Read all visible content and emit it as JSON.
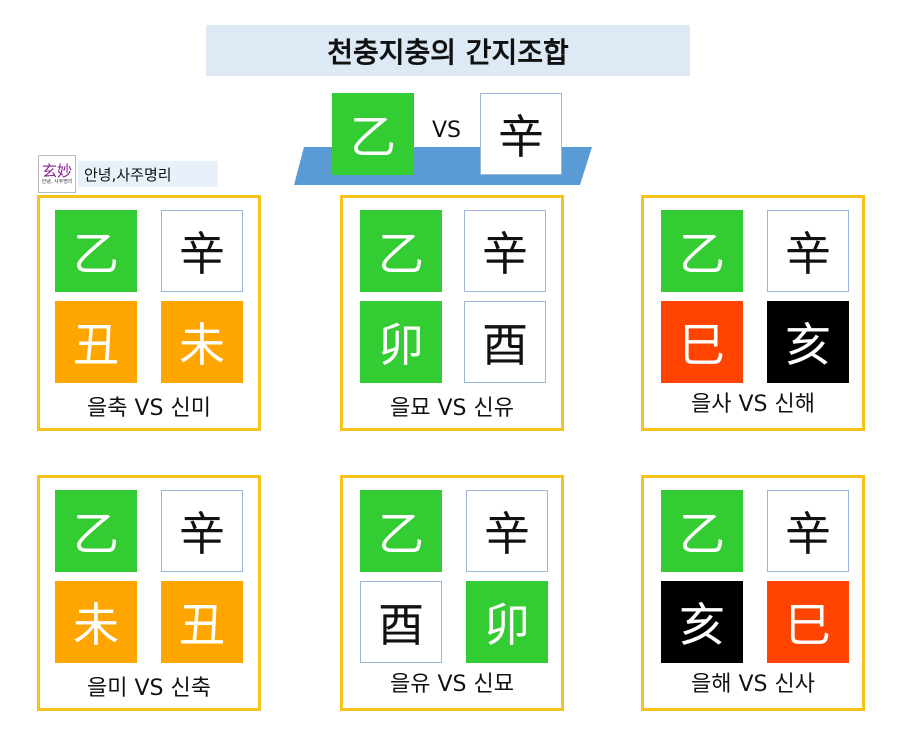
{
  "title": "천충지충의 간지조합",
  "header": {
    "left_char": "乙",
    "vs": "VS",
    "right_char": "辛"
  },
  "logo": {
    "mark": "玄妙",
    "mark_sub": "안녕, 사주명리",
    "label": "안녕,사주명리"
  },
  "colors": {
    "green": "#33cc33",
    "orange": "#ffa500",
    "red": "#ff4400",
    "black": "#000000",
    "panel_border": "#f7c21a",
    "banner_blue": "#5b9bd5"
  },
  "panels": [
    {
      "top_left": "乙",
      "top_right": "辛",
      "bottom_left": "丑",
      "bottom_right": "未",
      "caption": "을축 VS 신미"
    },
    {
      "top_left": "乙",
      "top_right": "辛",
      "bottom_left": "卯",
      "bottom_right": "酉",
      "caption": "을묘 VS 신유"
    },
    {
      "top_left": "乙",
      "top_right": "辛",
      "bottom_left": "巳",
      "bottom_right": "亥",
      "caption": "을사 VS 신해"
    },
    {
      "top_left": "乙",
      "top_right": "辛",
      "bottom_left": "未",
      "bottom_right": "丑",
      "caption": "을미 VS 신축"
    },
    {
      "top_left": "乙",
      "top_right": "辛",
      "bottom_left": "酉",
      "bottom_right": "卯",
      "caption": "을유 VS 신묘"
    },
    {
      "top_left": "乙",
      "top_right": "辛",
      "bottom_left": "亥",
      "bottom_right": "巳",
      "caption": "을해 VS 신사"
    }
  ]
}
